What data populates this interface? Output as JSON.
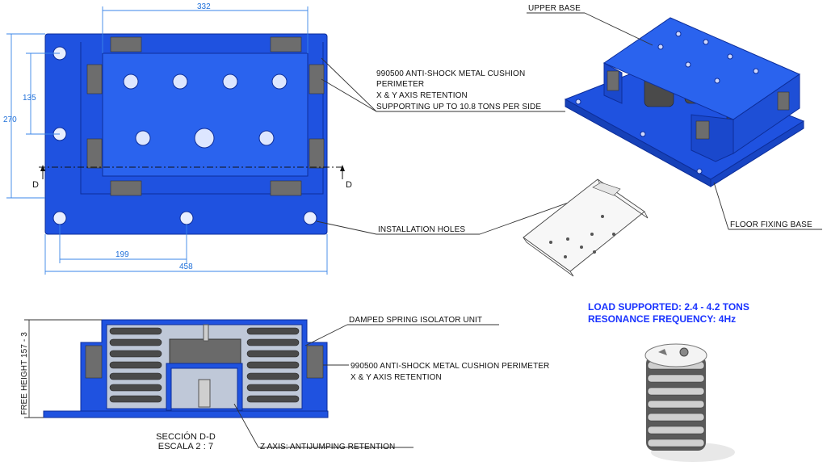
{
  "dimensions": {
    "top_width": "332",
    "height_total": "270",
    "height_inner": "135",
    "bottom_offset": "199",
    "bottom_width": "458",
    "section_mark_left": "D",
    "section_mark_right": "D",
    "free_height": "FREE HEIGHT 157 - 3"
  },
  "callouts": {
    "upper_base": "UPPER BASE",
    "cushion_line1": "990500 ANTI-SHOCK METAL CUSHION",
    "cushion_line2": "PERIMETER",
    "cushion_line3": "X & Y AXIS RETENTION",
    "cushion_line4": "SUPPORTING UP TO 10.8 TONS PER SIDE",
    "installation_holes": "INSTALLATION HOLES",
    "floor_fixing_base": "FLOOR FIXING BASE",
    "damped_spring": "DAMPED SPRING ISOLATOR UNIT",
    "cushion2_line1": "990500 ANTI-SHOCK METAL CUSHION PERIMETER",
    "cushion2_line2": "X & Y AXIS RETENTION",
    "z_axis": "Z AXIS: ANTIJUMPING RETENTION",
    "section_title": "SECCIÓN D-D",
    "section_scale": "ESCALA 2 : 7"
  },
  "specs": {
    "load": "LOAD SUPPORTED: 2.4 - 4.2 TONS",
    "resonance": "RESONANCE FREQUENCY: 4Hz"
  },
  "colors": {
    "part_blue": "#1f52e0",
    "dimension_blue": "#3a86e8",
    "spec_blue": "#1a33ff",
    "pad_gray": "#6d6d6d"
  }
}
